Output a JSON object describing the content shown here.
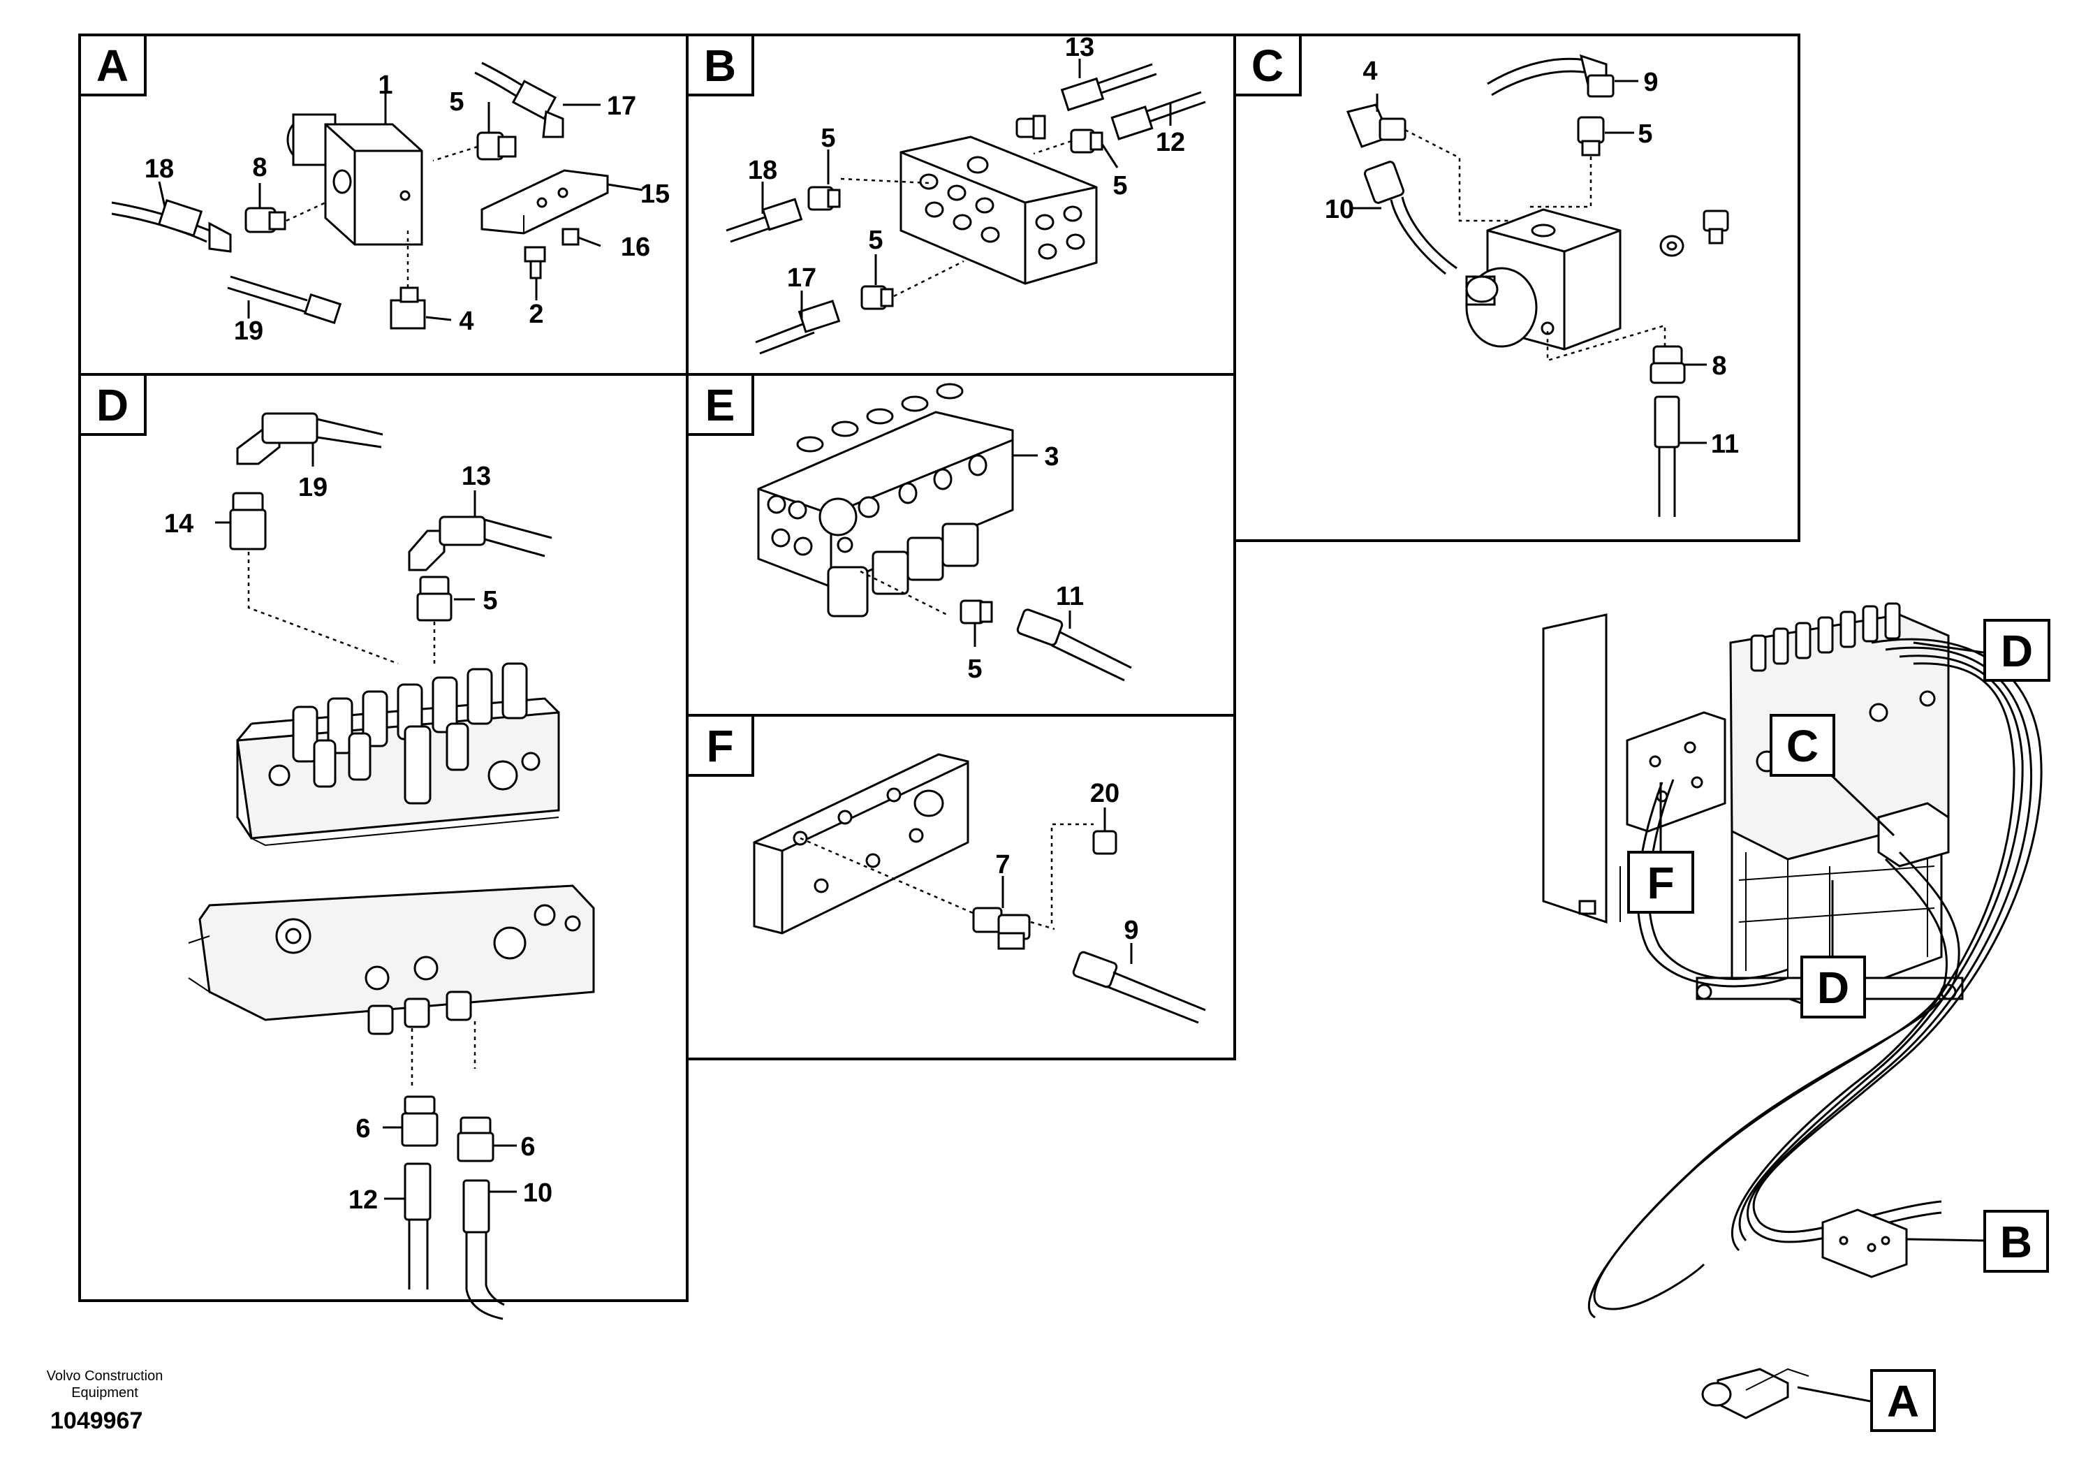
{
  "panels": {
    "A": {
      "letter": "A",
      "labels": [
        "1",
        "5",
        "17",
        "18",
        "8",
        "15",
        "16",
        "2",
        "19",
        "4"
      ]
    },
    "B": {
      "letter": "B",
      "labels": [
        "13",
        "5",
        "12",
        "18",
        "5",
        "5",
        "17"
      ]
    },
    "C": {
      "letter": "C",
      "labels": [
        "4",
        "9",
        "5",
        "10",
        "8",
        "11"
      ]
    },
    "D": {
      "letter": "D",
      "labels": [
        "19",
        "13",
        "14",
        "5",
        "6",
        "6",
        "10",
        "12"
      ]
    },
    "E": {
      "letter": "E",
      "labels": [
        "3",
        "11",
        "5"
      ]
    },
    "F": {
      "letter": "F",
      "labels": [
        "20",
        "7",
        "9"
      ]
    }
  },
  "overview": {
    "callouts": [
      "D",
      "C",
      "F",
      "D",
      "B",
      "A"
    ]
  },
  "footer": {
    "brand": "Volvo Construction Equipment",
    "drawing_number": "1049967"
  }
}
